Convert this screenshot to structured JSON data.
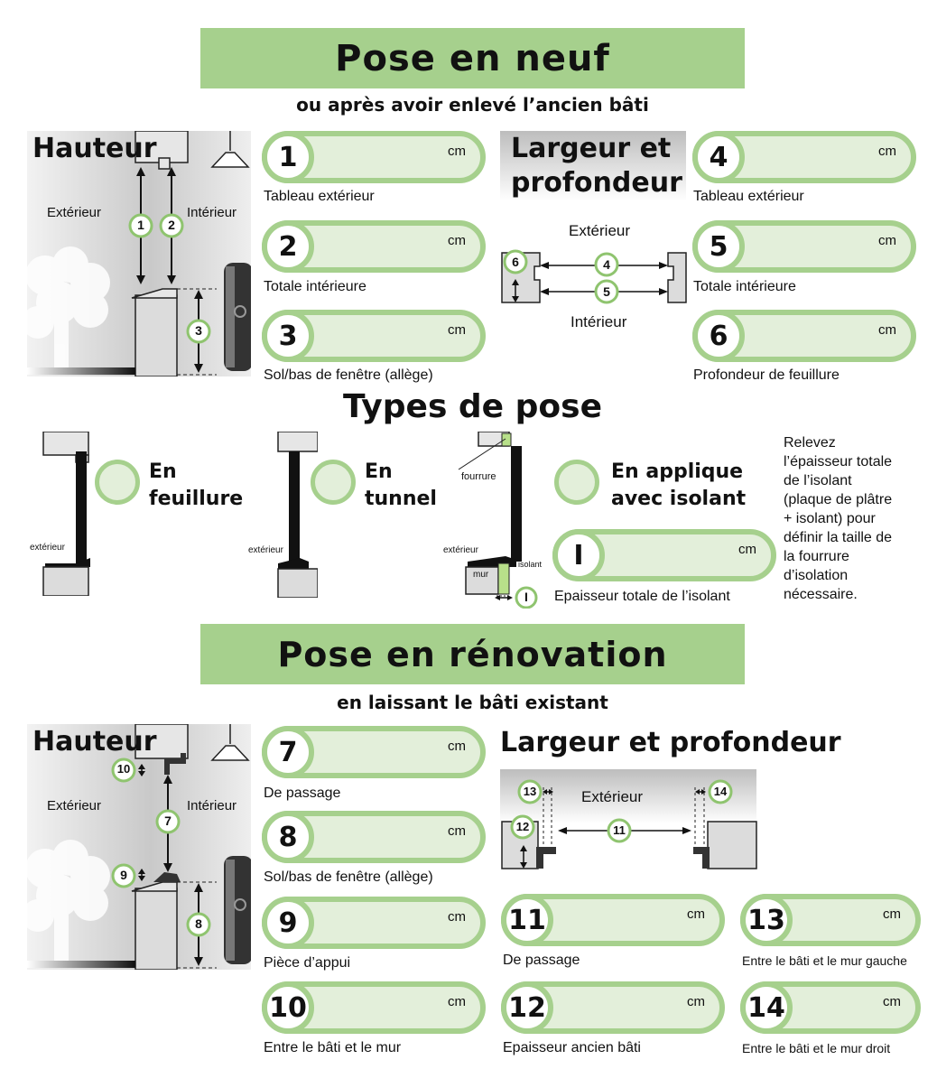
{
  "section1": {
    "title": "Pose en neuf",
    "subtitle": "ou après avoir enlevé l’ancien bâti",
    "hauteur": {
      "title": "Hauteur",
      "exterieur": "Extérieur",
      "interieur": "Intérieur",
      "markers": [
        "1",
        "2",
        "3"
      ]
    },
    "largeur": {
      "title_line1": "Largeur et",
      "title_line2": "profondeur",
      "exterieur": "Extérieur",
      "interieur": "Intérieur",
      "markers": [
        "6",
        "4",
        "5"
      ]
    },
    "fields": [
      {
        "num": "1",
        "unit": "cm",
        "label": "Tableau extérieur"
      },
      {
        "num": "2",
        "unit": "cm",
        "label": "Totale intérieure"
      },
      {
        "num": "3",
        "unit": "cm",
        "label": "Sol/bas de fenêtre (allège)"
      },
      {
        "num": "4",
        "unit": "cm",
        "label": "Tableau extérieur"
      },
      {
        "num": "5",
        "unit": "cm",
        "label": "Totale intérieure"
      },
      {
        "num": "6",
        "unit": "cm",
        "label": "Profondeur de feuillure"
      }
    ]
  },
  "types": {
    "title": "Types de pose",
    "options": [
      {
        "line1": "En",
        "line2": "feuillure"
      },
      {
        "line1": "En",
        "line2": "tunnel"
      },
      {
        "line1": "En applique",
        "line2": "avec isolant"
      }
    ],
    "diagram_labels": {
      "exterieur": "extérieur",
      "fourrure": "fourrure",
      "isolant": "isolant",
      "mur": "mur",
      "marker": "I"
    },
    "isolant_field": {
      "num": "I",
      "unit": "cm",
      "label": "Epaisseur totale de l’isolant"
    },
    "note": [
      "Relevez",
      "l’épaisseur totale",
      "de l’isolant",
      "(plaque de plâtre",
      "+ isolant) pour",
      "définir la taille de",
      "la fourrure",
      "d’isolation",
      "nécessaire."
    ]
  },
  "section2": {
    "title": "Pose en rénovation",
    "subtitle": "en laissant le bâti existant",
    "hauteur": {
      "title": "Hauteur",
      "exterieur": "Extérieur",
      "interieur": "Intérieur",
      "markers": [
        "10",
        "7",
        "9",
        "8"
      ]
    },
    "largeur": {
      "title": "Largeur et profondeur",
      "exterieur": "Extérieur",
      "markers": [
        "13",
        "14",
        "12",
        "11"
      ]
    },
    "fields": [
      {
        "num": "7",
        "unit": "cm",
        "label": "De passage"
      },
      {
        "num": "8",
        "unit": "cm",
        "label": "Sol/bas de fenêtre (allège)"
      },
      {
        "num": "9",
        "unit": "cm",
        "label": "Pièce d’appui"
      },
      {
        "num": "10",
        "unit": "cm",
        "label": "Entre le bâti et le mur"
      },
      {
        "num": "11",
        "unit": "cm",
        "label": "De passage"
      },
      {
        "num": "12",
        "unit": "cm",
        "label": "Epaisseur ancien bâti"
      },
      {
        "num": "13",
        "unit": "cm",
        "label": "Entre le bâti et le mur gauche"
      },
      {
        "num": "14",
        "unit": "cm",
        "label": "Entre le bâti et le mur droit"
      }
    ]
  },
  "colors": {
    "accent": "#a6d08d",
    "field_fill": "#e3efda",
    "wall_gray": "#d9d9d9",
    "dark": "#1a1a1a"
  }
}
